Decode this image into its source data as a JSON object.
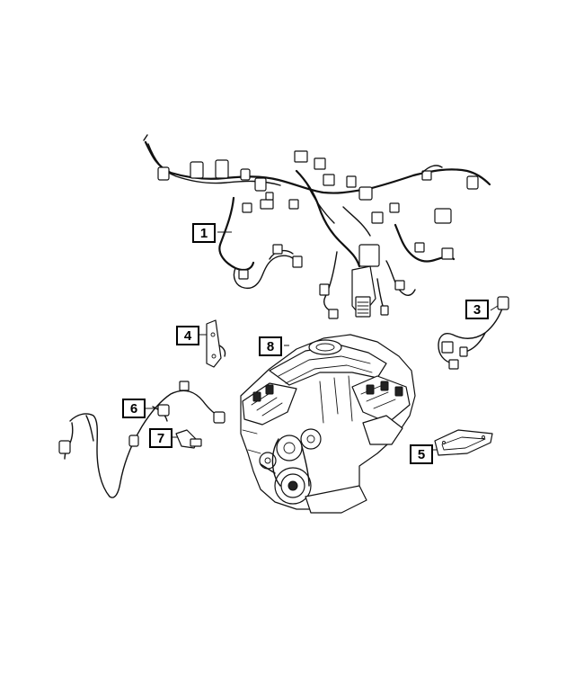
{
  "callouts": [
    {
      "id": "1",
      "label": "1"
    },
    {
      "id": "2",
      "label": "3"
    },
    {
      "id": "3",
      "label": "4"
    },
    {
      "id": "4",
      "label": "8"
    },
    {
      "id": "5",
      "label": "6"
    },
    {
      "id": "6",
      "label": "7"
    },
    {
      "id": "7",
      "label": "5"
    }
  ]
}
